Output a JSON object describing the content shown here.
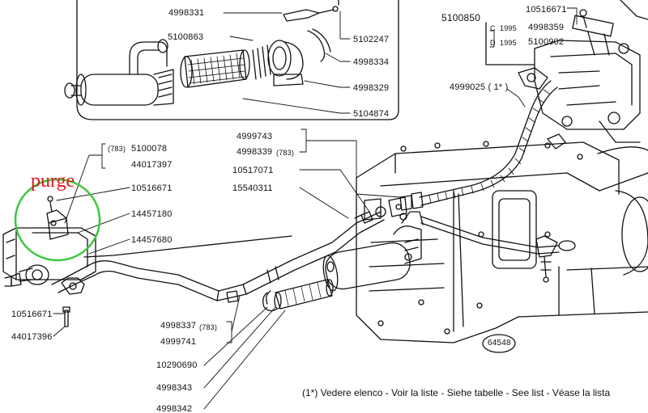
{
  "annotation": {
    "text": "purge",
    "color": "#e0141e",
    "circle_color": "#3cc83c"
  },
  "figure_number": "64548",
  "footnote": "(1*)  Vedere elenco  -  Voir la liste  -  Siehe tabelle  -  See list  -  Véase la lista",
  "top_inset_labels": [
    "4998331",
    "5100863",
    "5102247",
    "4998334",
    "4998329",
    "5104874"
  ],
  "top_right_labels": {
    "main": "5100850",
    "bolt": "10516671",
    "rows": [
      {
        "letter": "C",
        "year": "1995",
        "part": "4998359"
      },
      {
        "letter": "D",
        "year": "1995",
        "part": "5100902"
      }
    ],
    "pipe": "4999025 ( 1* )"
  },
  "left_labels": {
    "group_783": "(783)",
    "p1": "5100078",
    "p2": "44017397",
    "p3": "10516671",
    "p4": "14457180",
    "p5": "14457680",
    "p6": "10516671",
    "p7": "44017396"
  },
  "middle_labels": {
    "p1": "4999743",
    "p2": "4998339",
    "p2_tag": "(783)",
    "p3": "10517071",
    "p4": "15540311"
  },
  "bottom_labels": {
    "p1": "4998337",
    "p1_tag": "(783)",
    "p2": "4999741",
    "p3": "10290690",
    "p4": "4998343",
    "p5": "4998342"
  }
}
